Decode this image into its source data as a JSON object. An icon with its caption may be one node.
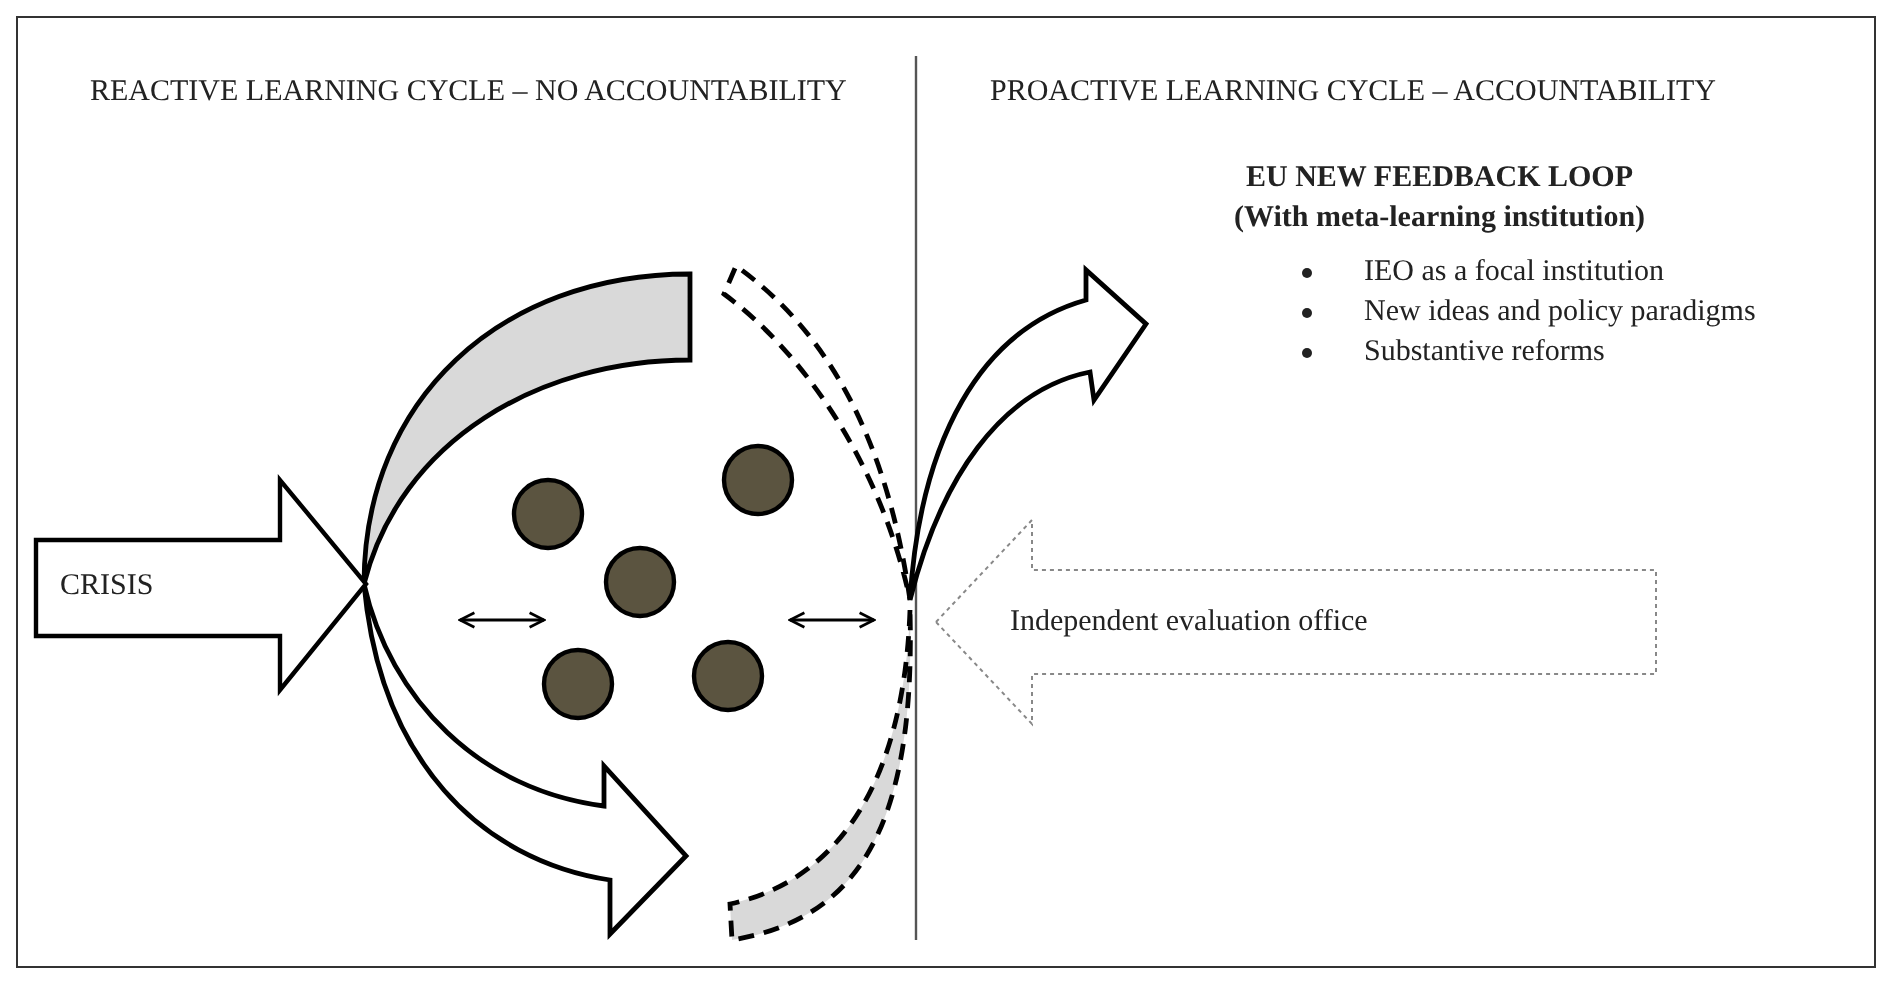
{
  "diagram": {
    "nodes": [
      {
        "text": [
          "CRISIS"
        ]
      },
      {
        "text": [
          "Independent evaluation office"
        ]
      }
    ],
    "labels": [
      "REACTIVE LEARNING CYCLE – NO ACCOUNTABILITY",
      "PROACTIVE LEARNING CYCLE – ACCOUNTABILITY",
      "EU NEW FEEDBACK LOOP",
      "(With meta-learning institution)",
      "IEO as a focal institution",
      "New ideas and policy paradigms",
      "Substantive reforms"
    ]
  }
}
